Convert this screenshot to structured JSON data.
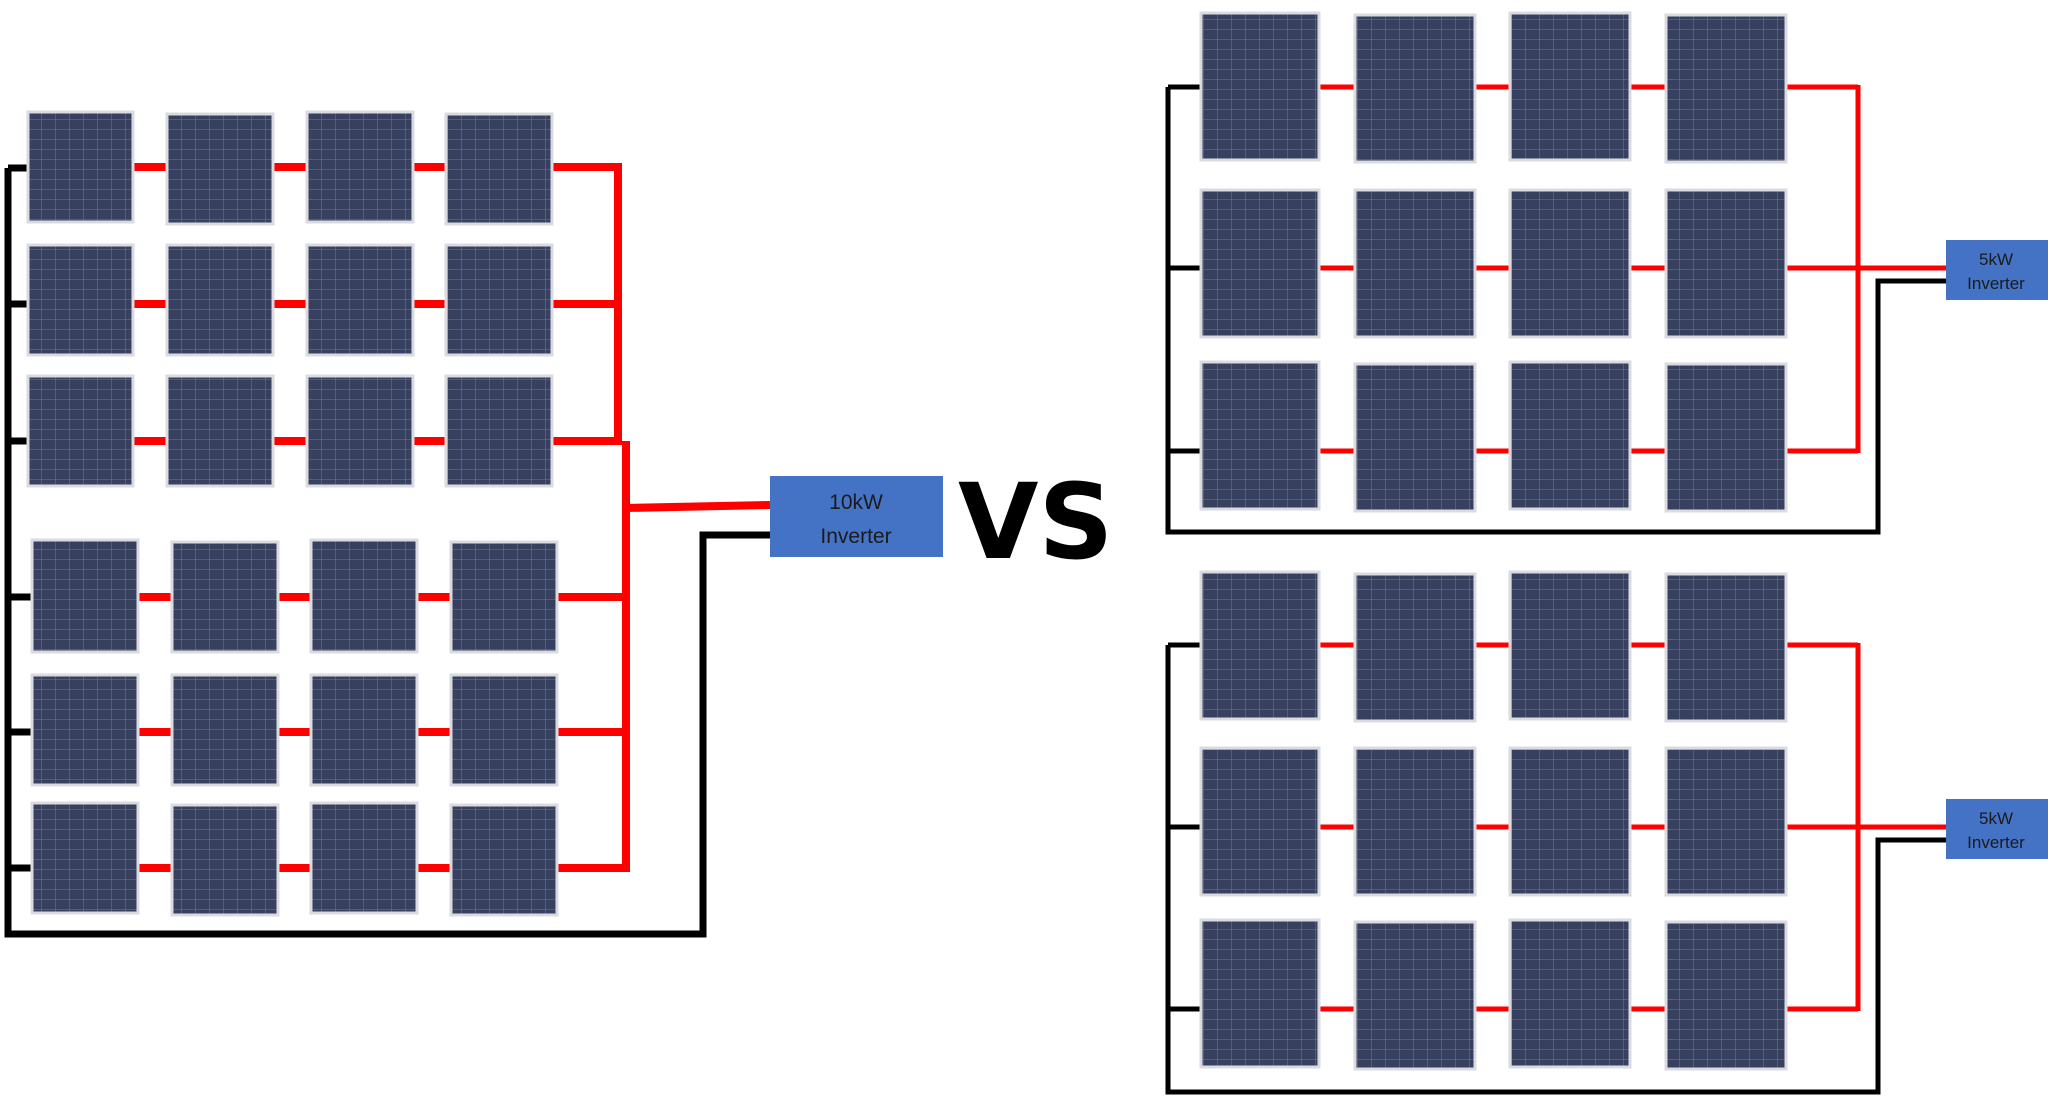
{
  "left_system": {
    "inverter_label_line1": "10kW",
    "inverter_label_line2": "Inverter",
    "rows": 6,
    "panels_per_row": 4
  },
  "comparison_label": "VS",
  "right_systems": [
    {
      "inverter_label_line1": "5kW",
      "inverter_label_line2": "Inverter",
      "rows": 3,
      "panels_per_row": 4
    },
    {
      "inverter_label_line1": "5kW",
      "inverter_label_line2": "Inverter",
      "rows": 3,
      "panels_per_row": 4
    }
  ],
  "colors": {
    "panel": "#37415f",
    "panel_grid": "#6f7898",
    "positive_wire": "#ff0000",
    "negative_wire": "#000000",
    "inverter": "#4472c4"
  },
  "icons": [
    "solar-panel-icon"
  ]
}
